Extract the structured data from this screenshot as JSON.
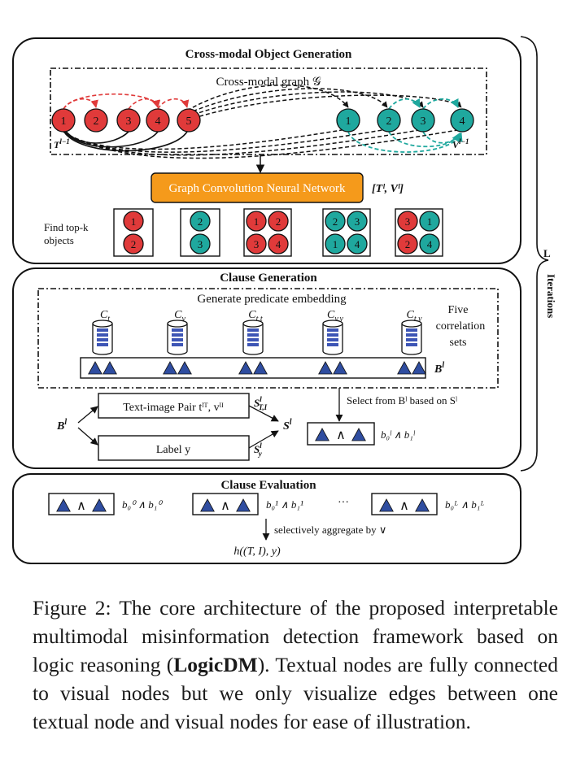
{
  "sections": {
    "cross_modal": {
      "title": "Cross-modal Object Generation",
      "graph_label": "Cross-modal graph 𝒢",
      "text_nodes": [
        "1",
        "2",
        "3",
        "4",
        "5"
      ],
      "visual_nodes": [
        "1",
        "2",
        "3",
        "4"
      ],
      "t_label": "T",
      "t_sup": "l−1",
      "v_label": "V",
      "v_sup": "l−1",
      "gcn_label": "Graph Convolution Neural Network",
      "gcn_output": "[Tˡ, Vˡ]",
      "topk_label_line1": "Find top-k",
      "topk_label_line2": "objects",
      "topk_groups": [
        {
          "nodes": [
            {
              "id": "1",
              "type": "t"
            },
            {
              "id": "2",
              "type": "t"
            }
          ]
        },
        {
          "nodes": [
            {
              "id": "2",
              "type": "v"
            },
            {
              "id": "3",
              "type": "v"
            }
          ]
        },
        {
          "nodes": [
            {
              "id": "1",
              "type": "t"
            },
            {
              "id": "2",
              "type": "t"
            },
            {
              "id": "3",
              "type": "t"
            },
            {
              "id": "4",
              "type": "t"
            }
          ]
        },
        {
          "nodes": [
            {
              "id": "2",
              "type": "v"
            },
            {
              "id": "3",
              "type": "v"
            },
            {
              "id": "1",
              "type": "v"
            },
            {
              "id": "4",
              "type": "v"
            }
          ]
        },
        {
          "nodes": [
            {
              "id": "3",
              "type": "t"
            },
            {
              "id": "1",
              "type": "v"
            },
            {
              "id": "2",
              "type": "t"
            },
            {
              "id": "4",
              "type": "v"
            }
          ]
        }
      ]
    },
    "clause_gen": {
      "title": "Clause Generation",
      "pred_label": "Generate predicate embedding",
      "sets": [
        {
          "base": "C",
          "sub": "t"
        },
        {
          "base": "C",
          "sub": "v"
        },
        {
          "base": "C",
          "sub": "t,t"
        },
        {
          "base": "C",
          "sub": "v,v"
        },
        {
          "base": "C",
          "sub": "t,v"
        }
      ],
      "sets_caption": [
        "Five",
        "correlation",
        "sets"
      ],
      "b_label": "B",
      "b_sup": "l",
      "pair_label": "Text-image Pair tˡᵀ, vˡᴵ",
      "label_box": "Label y",
      "s_ti": "S",
      "s_ti_sup": "l",
      "s_ti_sub": "T,I",
      "s_y": "S",
      "s_y_sup": "l",
      "s_y_sub": "y",
      "s_out": "S",
      "s_out_sup": "l",
      "select_label": "Select from Bˡ based on Sˡ",
      "clause": "b₀ˡ ∧ b₁ˡ"
    },
    "clause_eval": {
      "title": "Clause Evaluation",
      "clauses": [
        "b₀⁰ ∧ b₁⁰",
        "b₀¹ ∧ b₁¹",
        "b₀ᴸ ∧ b₁ᴸ"
      ],
      "ellipsis": "···",
      "aggregate_label": "selectively aggregate by ∨",
      "output": "h((T, I), y)"
    },
    "iterations": {
      "letter": "L",
      "word": "Iterations"
    }
  },
  "caption": {
    "prefix": "Figure 2: The core architecture of the proposed interpretable multimodal misinformation detection framework based on logic reasoning (",
    "bold": "LogicDM",
    "suffix": "). Textual nodes are fully connected to visual nodes but we only visualize edges between one textual node and visual nodes for ease of illustration."
  },
  "colors": {
    "text_node": "#e03a3a",
    "visual_node": "#1fa89e",
    "gcn": "#f59a1b",
    "triangle": "#2f4da0",
    "db_fill": "#3d55b5"
  }
}
